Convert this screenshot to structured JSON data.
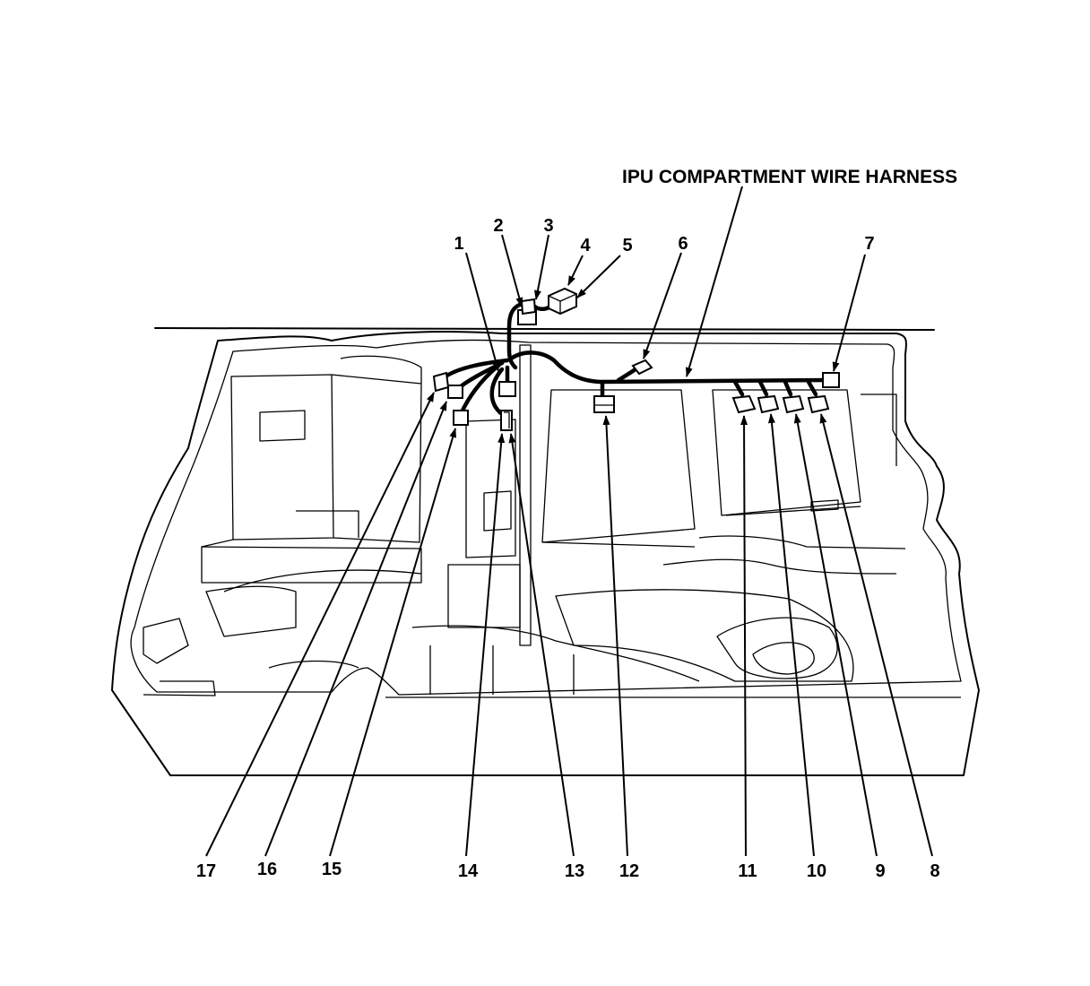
{
  "title": "IPU COMPARTMENT WIRE HARNESS",
  "callouts": [
    {
      "id": "c1",
      "number": "1"
    },
    {
      "id": "c2",
      "number": "2"
    },
    {
      "id": "c3",
      "number": "3"
    },
    {
      "id": "c4",
      "number": "4"
    },
    {
      "id": "c5",
      "number": "5"
    },
    {
      "id": "c6",
      "number": "6"
    },
    {
      "id": "c7",
      "number": "7"
    },
    {
      "id": "c8",
      "number": "8"
    },
    {
      "id": "c9",
      "number": "9"
    },
    {
      "id": "c10",
      "number": "10"
    },
    {
      "id": "c11",
      "number": "11"
    },
    {
      "id": "c12",
      "number": "12"
    },
    {
      "id": "c13",
      "number": "13"
    },
    {
      "id": "c14",
      "number": "14"
    },
    {
      "id": "c15",
      "number": "15"
    },
    {
      "id": "c16",
      "number": "16"
    },
    {
      "id": "c17",
      "number": "17"
    }
  ]
}
